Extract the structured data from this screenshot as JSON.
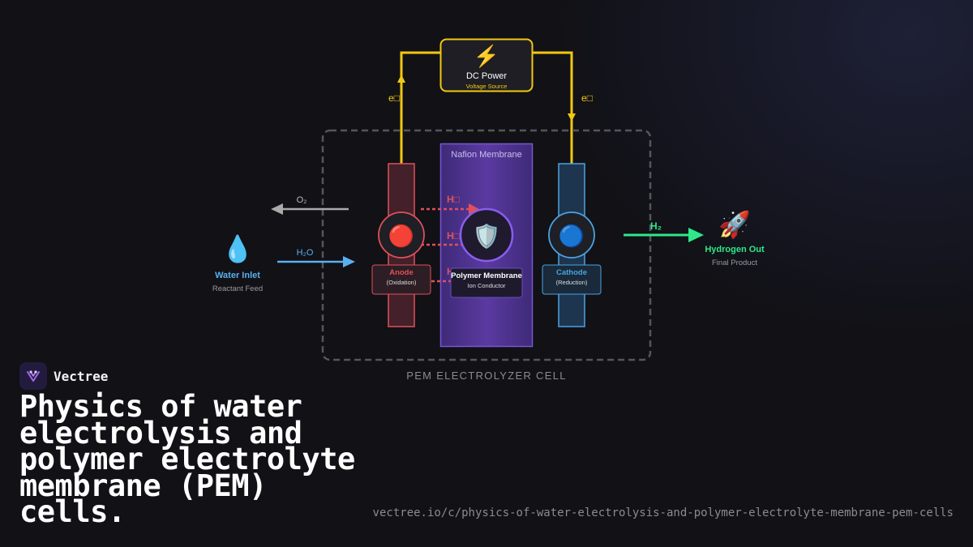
{
  "diagram": {
    "power": {
      "icon": "⚡",
      "title": "DC Power",
      "subtitle": "Voltage Source"
    },
    "electron_left": "e□",
    "electron_right": "e□",
    "cell_label": "PEM ELECTROLYZER CELL",
    "membrane_title": "Nafion Membrane",
    "anode": {
      "icon": "🔴",
      "title": "Anode",
      "subtitle": "(Oxidation)"
    },
    "cathode": {
      "icon": "🔵",
      "title": "Cathode",
      "subtitle": "(Reduction)"
    },
    "membrane_node": {
      "icon": "🛡️",
      "title": "Polymer Membrane",
      "subtitle": "Ion Conductor"
    },
    "proton_labels": [
      "H□",
      "H□",
      "H□"
    ],
    "oxygen_out": "O₂",
    "water_in": "H₂O",
    "hydrogen_arrow": "H₂",
    "water_inlet": {
      "icon": "💧",
      "title": "Water Inlet",
      "subtitle": "Reactant Feed"
    },
    "hydrogen_out": {
      "icon": "🚀",
      "title": "Hydrogen Out",
      "subtitle": "Final Product"
    },
    "colors": {
      "power": "#f2c811",
      "anode": "#e0505a",
      "cathode": "#4aa3e0",
      "membrane": "#7b55d6",
      "hydrogen": "#2ee88a",
      "water": "#5ab0f0"
    }
  },
  "brand": {
    "name": "Vectree"
  },
  "headline": "Physics of water electrolysis and polymer electrolyte membrane (PEM) cells.",
  "url": "vectree.io/c/physics-of-water-electrolysis-and-polymer-electrolyte-membrane-pem-cells"
}
